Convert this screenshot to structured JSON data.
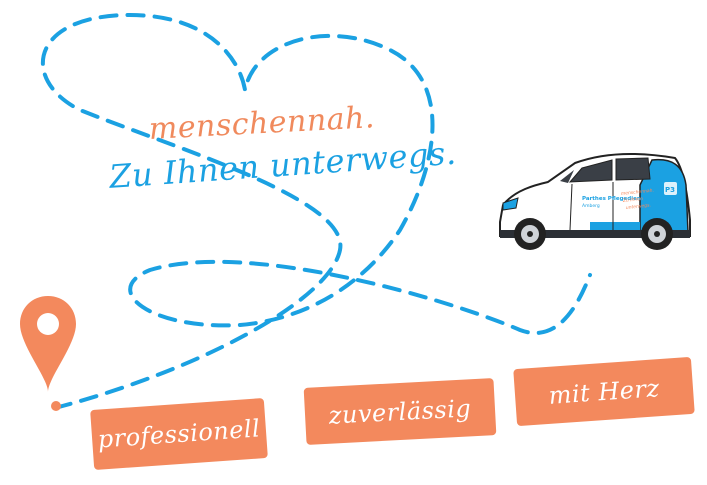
{
  "slogan": {
    "line1": "menschennah.",
    "line2": "Zu Ihnen unterwegs."
  },
  "tags": [
    {
      "label": "professionell"
    },
    {
      "label": "zuverlässig"
    },
    {
      "label": "mit Herz"
    }
  ],
  "car": {
    "door_text_1": "Parthes Pflegedienst",
    "door_text_2": "Amberg",
    "rear_text_1": "menschennah.",
    "rear_text_2": "Zu Ihnen",
    "rear_text_3": "unterwegs.",
    "logo": "P3"
  },
  "colors": {
    "blue": "#1BA1E2",
    "orange": "#F3895D"
  },
  "icons": {
    "pin": "location-pin-icon",
    "car": "car-illustration"
  }
}
